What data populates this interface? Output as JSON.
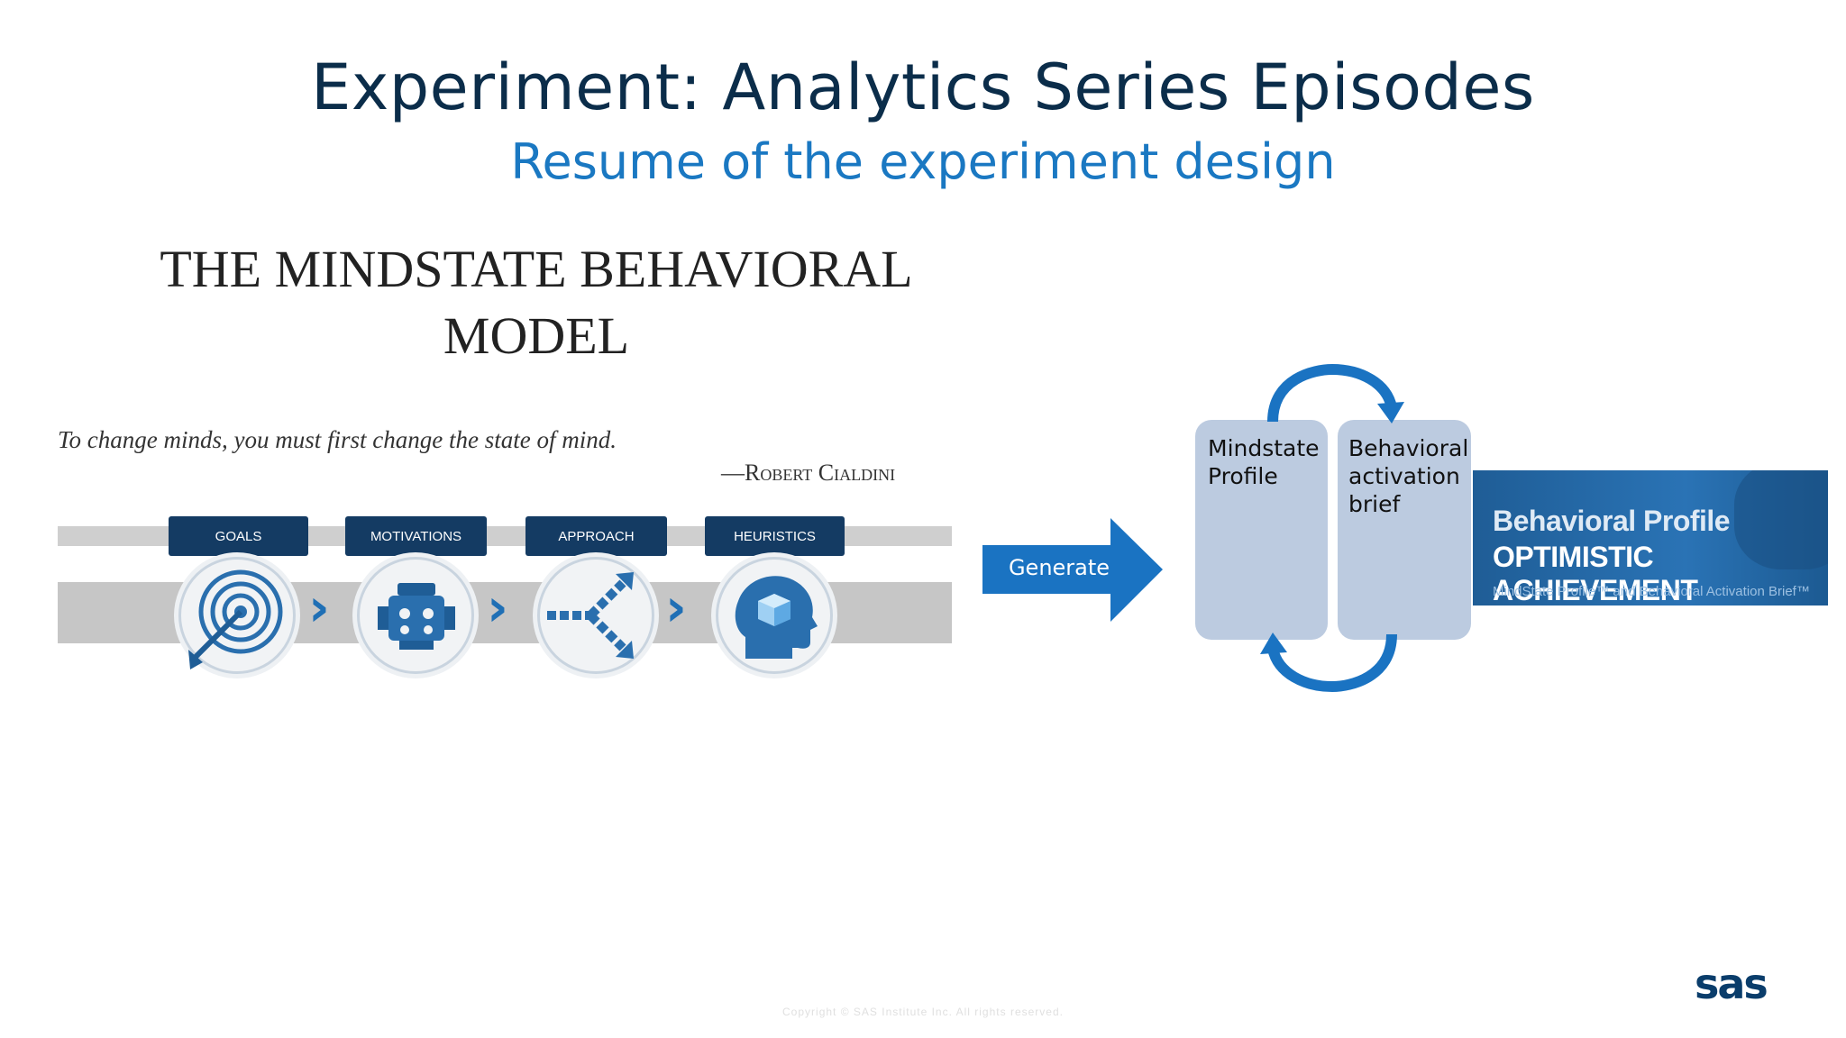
{
  "slide": {
    "title": "Experiment: Analytics Series Episodes",
    "subtitle": "Resume of the experiment design"
  },
  "model": {
    "title_line1": "THE MINDSTATE BEHAVIORAL",
    "title_line2": "MODEL",
    "quote": "To change minds, you must first change the state of mind.",
    "quote_author": "—Robert Cialdini",
    "stages": [
      {
        "label": "GOALS",
        "icon": "target-icon"
      },
      {
        "label": "MOTIVATIONS",
        "icon": "engine-icon"
      },
      {
        "label": "APPROACH",
        "icon": "split-arrow-icon"
      },
      {
        "label": "HEURISTICS",
        "icon": "head-cube-icon"
      }
    ]
  },
  "flow": {
    "generate_label": "Generate",
    "box_left": "Mindstate Profile",
    "box_right": "Behavioral activation brief",
    "cycle_icon": "cycle-arrows-icon"
  },
  "banner": {
    "line1": "Behavioral Profile",
    "line2": "OPTIMISTIC ACHIEVEMENT",
    "line3": "MindState Profile™ and Behavioral Activation Brief™"
  },
  "footer": {
    "copyright": "Copyright © SAS Institute Inc. All rights reserved.",
    "logo": "sas"
  },
  "colors": {
    "title": "#0b2d4a",
    "subtitle": "#1a78c2",
    "accent": "#1a73c2",
    "box": "#bccbe0"
  }
}
